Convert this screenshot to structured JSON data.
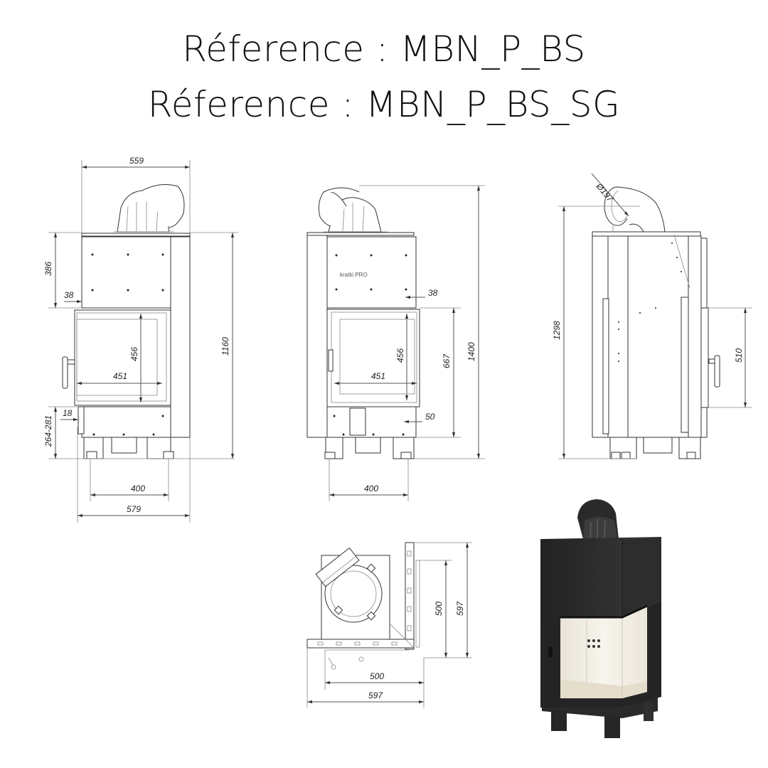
{
  "titles": [
    {
      "label": "Réference",
      "sep": ":",
      "code": "MBN_P_BS"
    },
    {
      "label": "Réference",
      "sep": ":",
      "code": "MBN_P_BS_SG"
    }
  ],
  "title_lines": [
    "Réference : MBN_P_BS",
    "Réference : MBN_P_BS_SG"
  ],
  "views": {
    "front": {
      "width_top": "559",
      "hood_height": "386",
      "frame_offset": "38",
      "glass_height": "456",
      "glass_width": "451",
      "side_offset": "18",
      "leg_height": "264-281",
      "total_height": "1160",
      "feet_spacing": "400",
      "base_width": "579"
    },
    "side_front": {
      "frame_offset": "38",
      "glass_height": "456",
      "glass_width": "451",
      "opening_height": "667",
      "total_height": "1400",
      "side_offset": "50",
      "feet_spacing": "400",
      "logo": "kratki PRO"
    },
    "side": {
      "flue_diameter": "Ø197",
      "flue_height": "1298",
      "door_height": "510"
    },
    "top": {
      "inner_depth": "500",
      "outer_depth": "597",
      "inner_width": "500",
      "outer_width": "597"
    }
  },
  "colors": {
    "line": "#555555",
    "body_dark": "#2b2b2b",
    "firebox": "#f3efe6"
  }
}
